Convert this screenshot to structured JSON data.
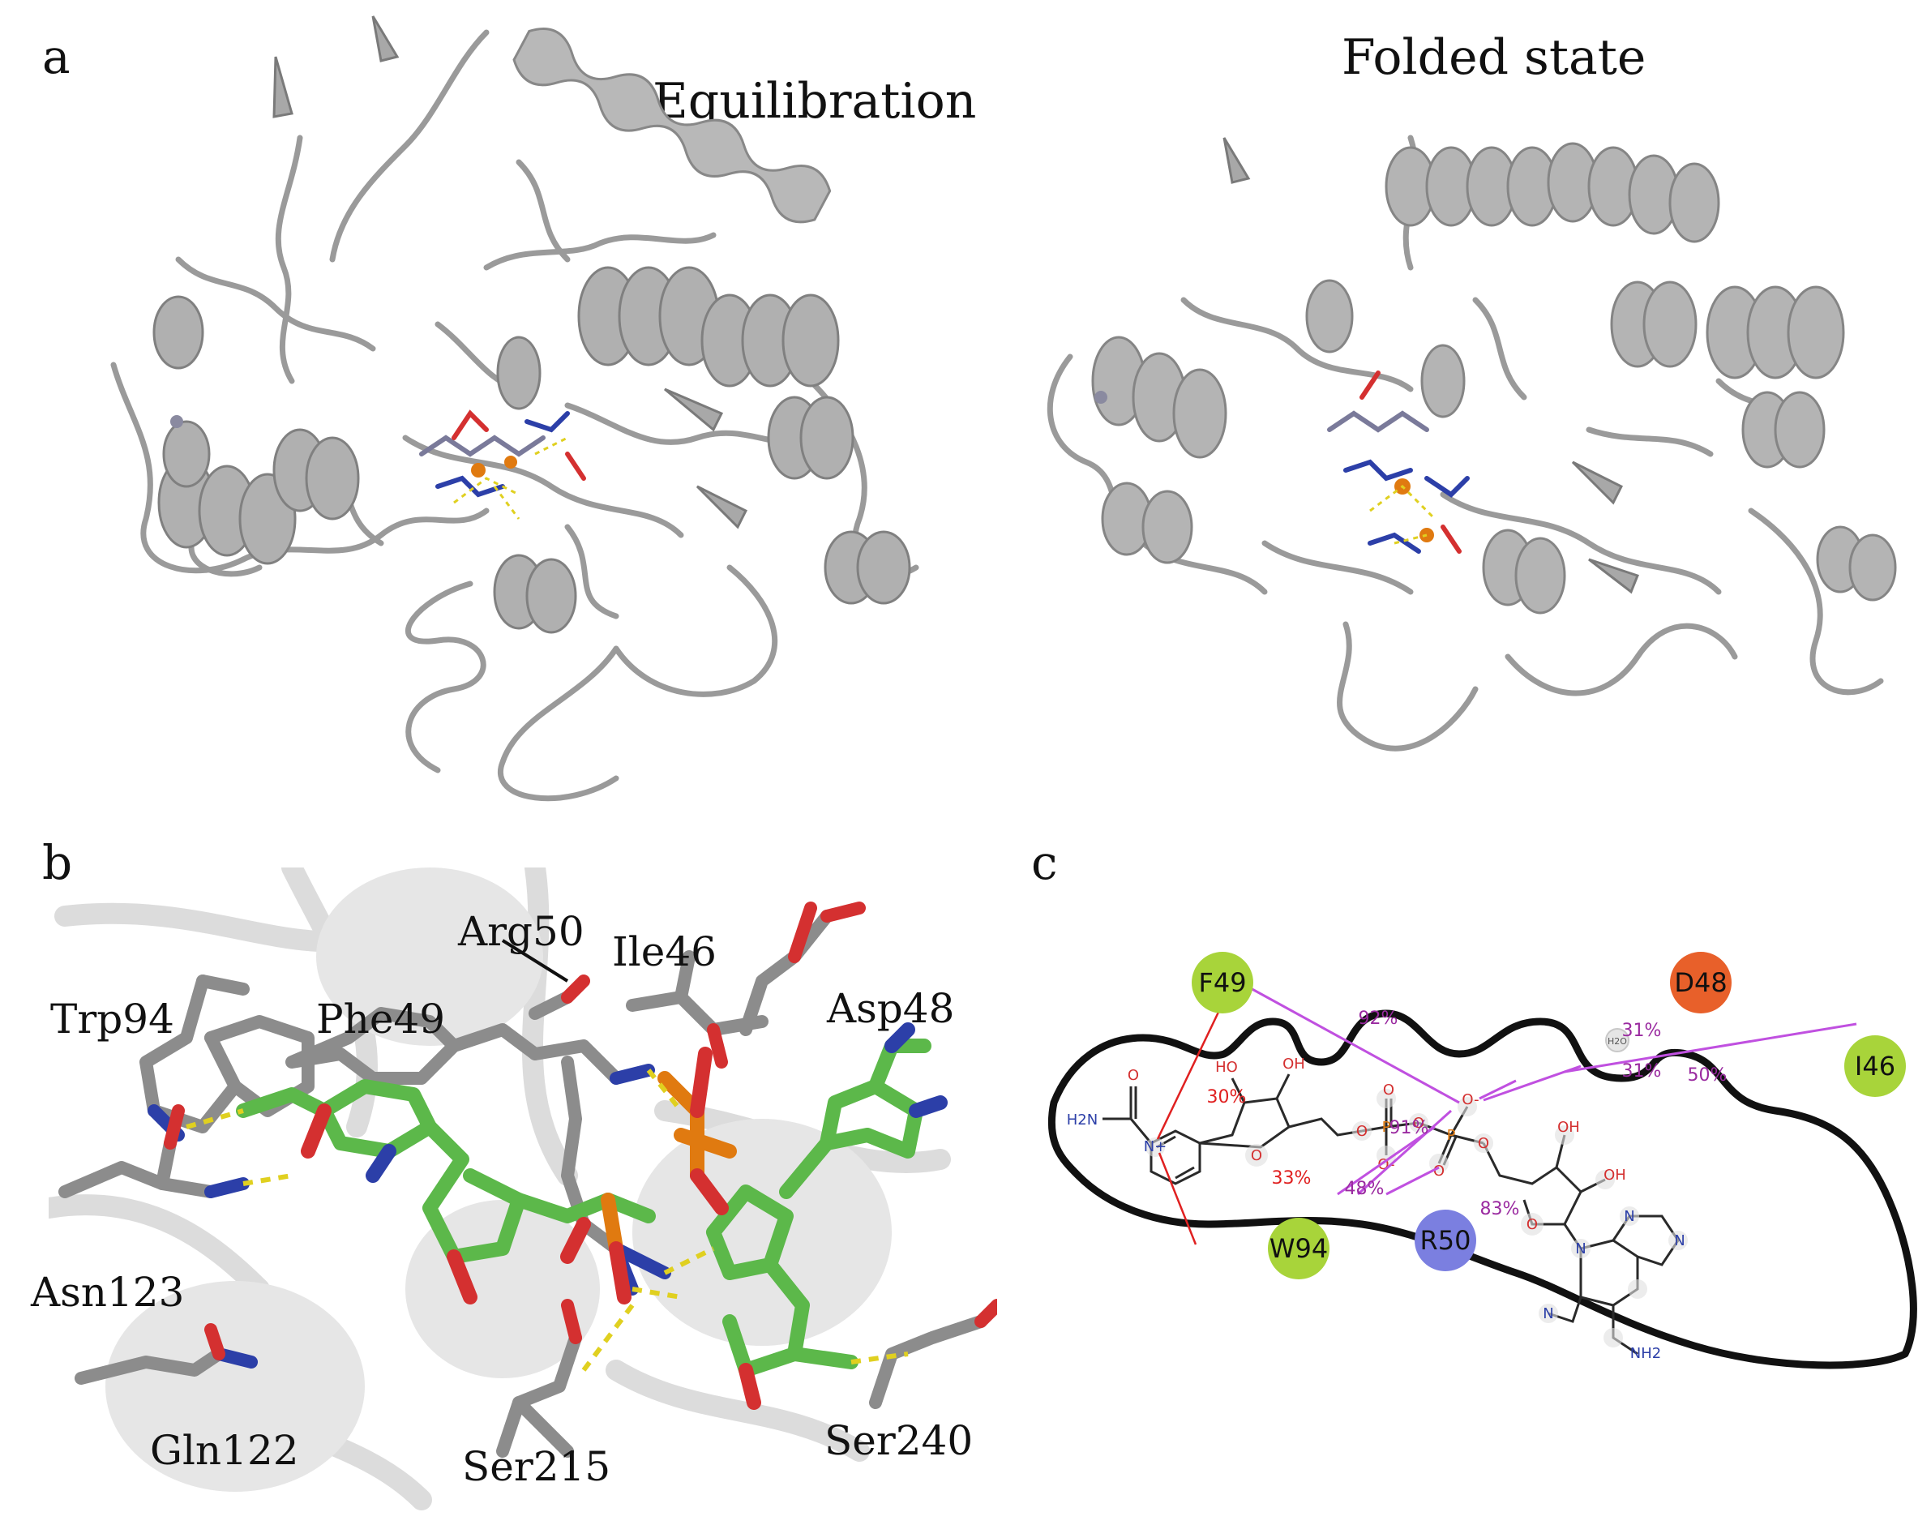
{
  "panel_a": {
    "label": "a",
    "left_title": "Equilibration",
    "right_title": "Folded state"
  },
  "panel_b": {
    "label": "b",
    "residues": {
      "arg50": "Arg50",
      "ile46": "Ile46",
      "asp48": "Asp48",
      "trp94": "Trp94",
      "phe49": "Phe49",
      "asn123": "Asn123",
      "gln122": "Gln122",
      "ser215": "Ser215",
      "ser240": "Ser240"
    }
  },
  "panel_c": {
    "label": "c",
    "residues": {
      "f49": "F49",
      "d48": "D48",
      "i46": "I46",
      "w94": "W94",
      "r50": "R50",
      "water": "H2O"
    },
    "percentages": {
      "f49_pct": "92%",
      "f49_n": "30%",
      "w94_pct": "33%",
      "water_pct": "31%",
      "d48_pct": "31%",
      "i46_pct": "50%",
      "r50_a": "91%",
      "r50_b": "48%",
      "r50_c": "83%"
    },
    "atoms": {
      "ho": "HO",
      "oh": "OH",
      "o": "O",
      "p": "P",
      "n": "N",
      "nh2": "NH2",
      "h2n": "H2N",
      "n_plus": "N+",
      "o_minus": "O-"
    }
  },
  "colors": {
    "protein_gray": "#9a9a9a",
    "ligand_green": "#5cb84a",
    "phosphate_orange": "#e07a10",
    "oxygen_red": "#d43030",
    "nitrogen_blue": "#2c3fa8",
    "hbond_yellow": "#e0d020",
    "green_residue": "#a8d43a",
    "orange_residue": "#e8602a",
    "blue_residue": "#7b7fe0",
    "interaction_purple": "#c050e0",
    "pct_red": "#e02020",
    "pct_purple": "#9a2aa0"
  }
}
